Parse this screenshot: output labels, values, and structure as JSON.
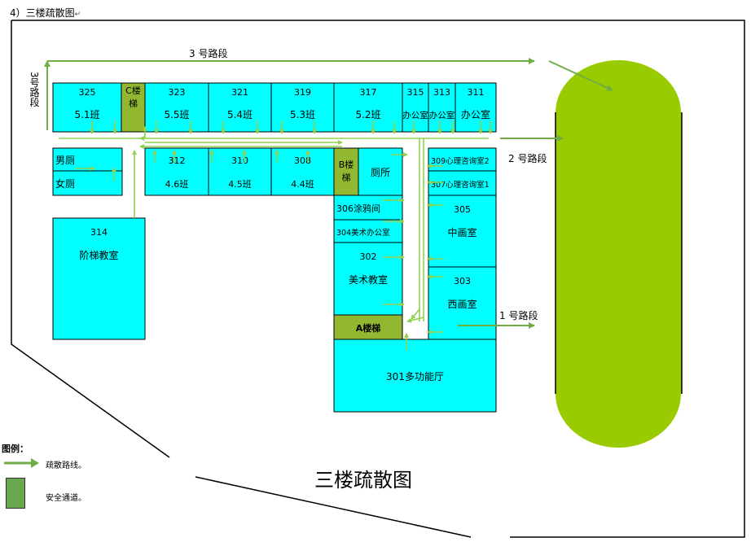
{
  "header": {
    "caption": "4）三楼疏散图",
    "return_mark": "↵"
  },
  "title": "三楼疏散图",
  "roads": {
    "road1": "1 号路段",
    "road2": "2 号路段",
    "road3": "3 号路段",
    "road3_vertical": "3号路段"
  },
  "legend": {
    "heading": "图例：",
    "route_label": "疏散路线。",
    "safe_label": "安全通道。"
  },
  "colors": {
    "room_fill": "#00ffff",
    "stair_fill": "#92b832",
    "arrow": "#70ad47",
    "field": "#99cc00",
    "border": "#000000"
  },
  "rooms": [
    {
      "id": "r325",
      "num": "325",
      "label": "5.1班"
    },
    {
      "id": "rC",
      "num": "",
      "label": "C楼梯",
      "kind": "stair"
    },
    {
      "id": "r323",
      "num": "323",
      "label": "5.5班"
    },
    {
      "id": "r321",
      "num": "321",
      "label": "5.4班"
    },
    {
      "id": "r319",
      "num": "319",
      "label": "5.3班"
    },
    {
      "id": "r317",
      "num": "317",
      "label": "5.2班"
    },
    {
      "id": "r315",
      "num": "315",
      "label": "办公室"
    },
    {
      "id": "r313",
      "num": "313",
      "label": "办公室"
    },
    {
      "id": "r311",
      "num": "311",
      "label": "办公室"
    },
    {
      "id": "rMen",
      "num": "",
      "label": "男厕"
    },
    {
      "id": "rWomen",
      "num": "",
      "label": "女厕"
    },
    {
      "id": "r312",
      "num": "312",
      "label": "4.6班"
    },
    {
      "id": "r310",
      "num": "310",
      "label": "4.5班"
    },
    {
      "id": "r308",
      "num": "308",
      "label": "4.4班"
    },
    {
      "id": "rB",
      "num": "",
      "label": "B楼梯",
      "kind": "stair"
    },
    {
      "id": "rToilet",
      "num": "",
      "label": "厕所"
    },
    {
      "id": "r309",
      "num": "309",
      "label": "心理咨询室2"
    },
    {
      "id": "r307",
      "num": "307",
      "label": "心理咨询室1"
    },
    {
      "id": "r306",
      "num": "306",
      "label": "涂鸦间"
    },
    {
      "id": "r304",
      "num": "304",
      "label": "美术办公室"
    },
    {
      "id": "r305",
      "num": "305",
      "label": "中画室"
    },
    {
      "id": "r302",
      "num": "302",
      "label": "美术教室"
    },
    {
      "id": "r303",
      "num": "303",
      "label": "西画室"
    },
    {
      "id": "rA",
      "num": "",
      "label": "A楼梯",
      "kind": "stair"
    },
    {
      "id": "r301",
      "num": "301",
      "label": "多功能厅"
    },
    {
      "id": "r314",
      "num": "314",
      "label": "阶梯教室"
    }
  ]
}
